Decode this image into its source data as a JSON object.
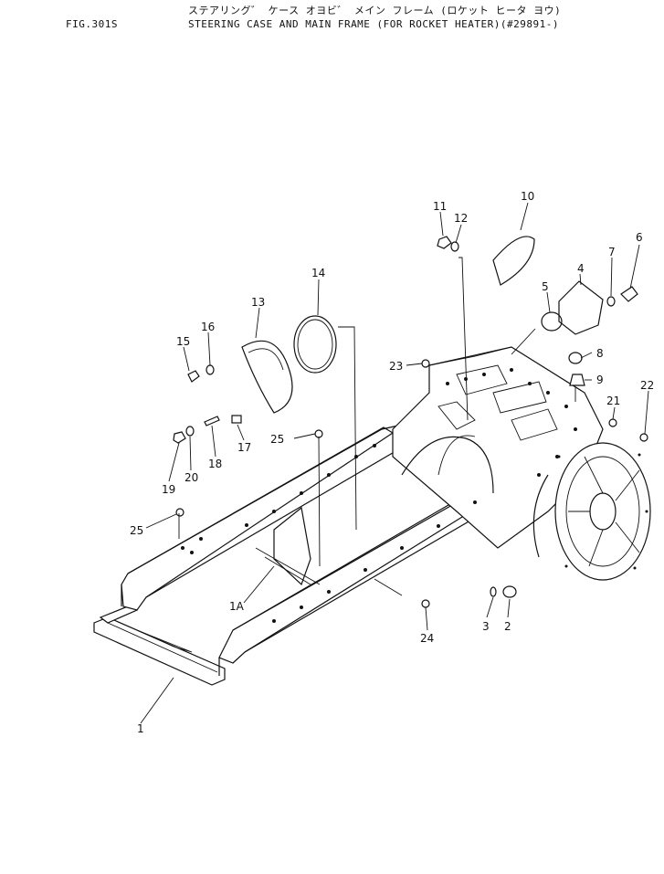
{
  "header": {
    "fig_label": "FIG.301S",
    "title_jp": "ステアリング゛ ケース オヨビ゛ メイン フレーム (ロケット ヒータ ヨウ)",
    "title_en": "STEERING CASE AND MAIN FRAME (FOR ROCKET HEATER)(#29891-)"
  },
  "callouts": {
    "c1": "1",
    "c1a": "1A",
    "c2": "2",
    "c3": "3",
    "c4": "4",
    "c5": "5",
    "c6": "6",
    "c7": "7",
    "c8": "8",
    "c9": "9",
    "c10": "10",
    "c11": "11",
    "c12": "12",
    "c13": "13",
    "c14": "14",
    "c15": "15",
    "c16": "16",
    "c17": "17",
    "c18": "18",
    "c19": "19",
    "c20": "20",
    "c21": "21",
    "c22": "22",
    "c23": "23",
    "c24": "24",
    "c25a": "25",
    "c25b": "25"
  }
}
